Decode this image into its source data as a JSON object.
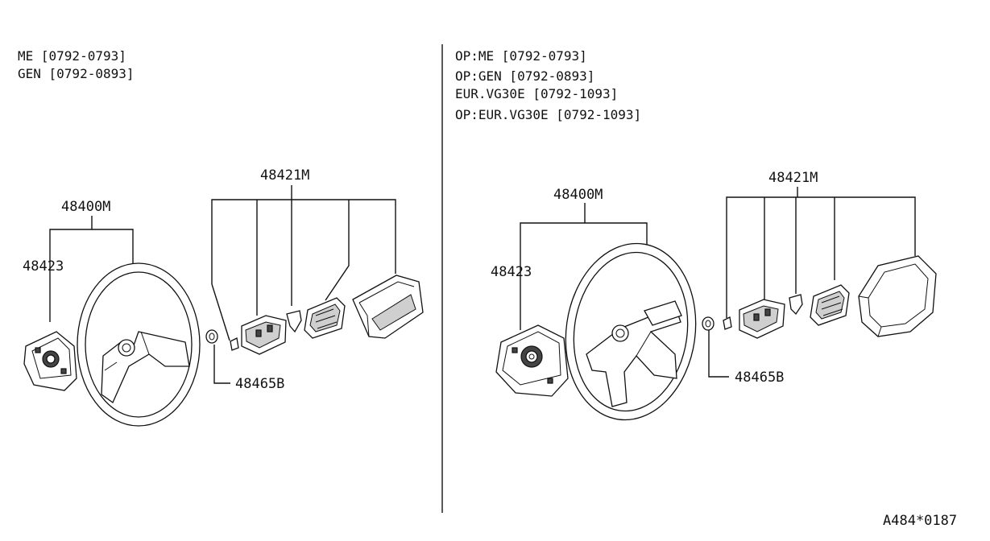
{
  "left_panel": {
    "headers": [
      "ME [0792-0793]",
      "GEN [0792-0893]"
    ],
    "labels": {
      "wheel": "48400M",
      "pad": "48423",
      "pad_parts": "48421M",
      "nut": "48465B"
    }
  },
  "right_panel": {
    "headers": [
      "OP:ME [0792-0793]",
      "OP:GEN [0792-0893]",
      "EUR.VG30E [0792-1093]",
      "OP:EUR.VG30E [0792-1093]"
    ],
    "labels": {
      "wheel": "48400M",
      "pad": "48423",
      "pad_parts": "48421M",
      "nut": "48465B"
    }
  },
  "figure_code": "A484*0187"
}
